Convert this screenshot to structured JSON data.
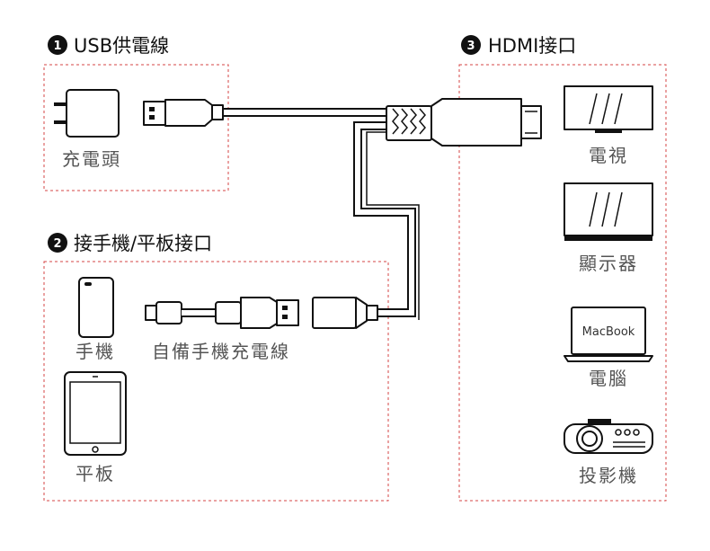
{
  "sections": {
    "usb_power": {
      "number": "1",
      "title": "USB供電線",
      "charger_label": "充電頭"
    },
    "phone_tablet": {
      "number": "2",
      "title": "接手機/平板接口",
      "phone_label": "手機",
      "cable_label": "自備手機充電線",
      "tablet_label": "平板"
    },
    "hdmi": {
      "number": "3",
      "title": "HDMI接口",
      "tv_label": "電視",
      "monitor_label": "顯示器",
      "laptop_label": "電腦",
      "laptop_screen_text": "MacBook",
      "projector_label": "投影機"
    }
  },
  "colors": {
    "dashed_border": "#d64545",
    "outline": "#111111",
    "label_text": "#555555"
  }
}
